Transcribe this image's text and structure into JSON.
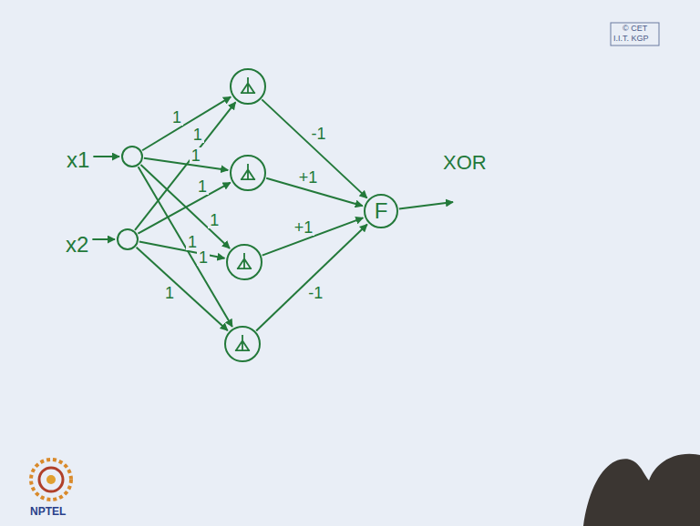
{
  "diagram": {
    "nodes": [
      {
        "text": [
          "x1"
        ]
      },
      {
        "text": [
          "x2"
        ]
      },
      {
        "text": []
      },
      {
        "text": []
      },
      {
        "text": []
      },
      {
        "text": []
      },
      {
        "text": [
          "F"
        ]
      }
    ],
    "edges": [
      {
        "from": 0,
        "to": 2,
        "arrow": "to",
        "label": "1"
      },
      {
        "from": 0,
        "to": 3,
        "arrow": "to",
        "label": "1"
      },
      {
        "from": 0,
        "to": 4,
        "arrow": "to",
        "label": "1"
      },
      {
        "from": 0,
        "to": 5,
        "arrow": "to",
        "label": "1"
      },
      {
        "from": 1,
        "to": 2,
        "arrow": "to",
        "label": "1"
      },
      {
        "from": 1,
        "to": 3,
        "arrow": "to",
        "label": "1"
      },
      {
        "from": 1,
        "to": 4,
        "arrow": "to",
        "label": "1"
      },
      {
        "from": 1,
        "to": 5,
        "arrow": "to",
        "label": "1"
      },
      {
        "from": 2,
        "to": 6,
        "arrow": "to",
        "label": "-1"
      },
      {
        "from": 3,
        "to": 6,
        "arrow": "to",
        "label": "+1"
      },
      {
        "from": 4,
        "to": 6,
        "arrow": "to",
        "label": "+1"
      },
      {
        "from": 5,
        "to": 6,
        "arrow": "to",
        "label": "-1"
      }
    ],
    "labels": [
      "XOR",
      "© CET",
      "I.I.T. KGP",
      "NPTEL"
    ]
  }
}
